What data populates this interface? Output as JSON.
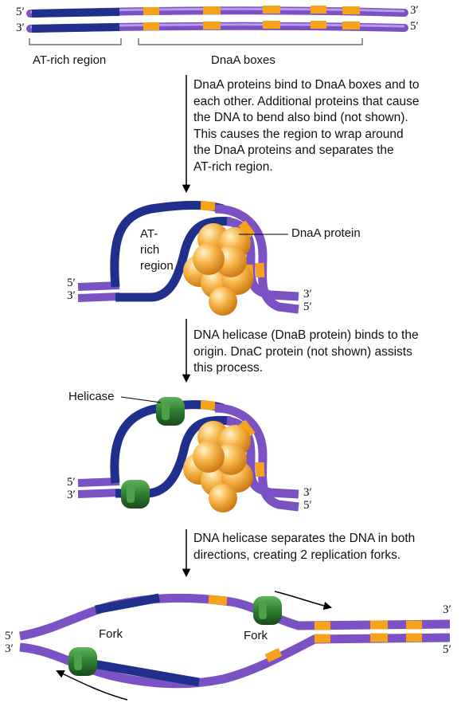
{
  "colors": {
    "dna_purple": "#7b52c4",
    "dna_purple_light": "#b89be6",
    "at_rich_blue": "#1f2f8c",
    "dnaa_box_orange": "#f7a21b",
    "dnaa_protein": "#f5b14a",
    "helicase_green": "#2e7d32",
    "arrow": "#000000"
  },
  "strand_ends": {
    "top_left_5": "5′",
    "top_right_3": "3′",
    "bottom_left_3": "3′",
    "bottom_right_5": "5′"
  },
  "panel1": {
    "at_rich_label": "AT-rich region",
    "dnaa_boxes_label": "DnaA boxes"
  },
  "step1": {
    "lines": [
      "DnaA proteins bind to DnaA boxes and to",
      "each other. Additional proteins that cause",
      "the DNA to bend also bind (not shown).",
      "This causes the region to wrap around",
      "the DnaA proteins and separates the",
      "AT-rich region."
    ]
  },
  "panel2": {
    "at_rich_lines": [
      "AT-",
      "rich",
      "region"
    ],
    "dnaa_protein_label": "DnaA protein"
  },
  "step2": {
    "lines": [
      "DNA helicase (DnaB protein) binds to the",
      "origin. DnaC protein (not shown) assists",
      "this process."
    ]
  },
  "panel3": {
    "helicase_label": "Helicase"
  },
  "step3": {
    "lines": [
      "DNA helicase separates the DNA in both",
      "directions, creating 2 replication forks."
    ]
  },
  "panel4": {
    "fork_left_label": "Fork",
    "fork_right_label": "Fork"
  }
}
